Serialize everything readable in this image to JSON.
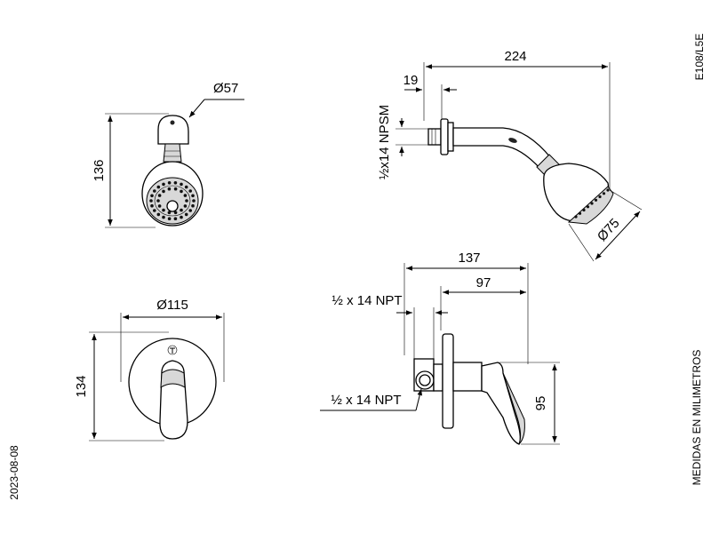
{
  "drawing": {
    "code": "E108/L5E",
    "date": "2023-08-08",
    "units_note": "MEDIDAS EN MILIMETROS"
  },
  "shower_head_front": {
    "diameter_label": "Ø57",
    "height_label": "136"
  },
  "shower_arm_side": {
    "length_label": "224",
    "flange_label": "19",
    "thread_label": "½x14 NPSM",
    "head_diameter_label": "Ø75"
  },
  "valve_front": {
    "diameter_label": "Ø115",
    "height_label": "134"
  },
  "valve_side": {
    "depth_label": "137",
    "handle_label": "97",
    "thread_top_label": "½ x 14 NPT",
    "thread_bottom_label": "½ x 14 NPT",
    "height_label": "95"
  },
  "colors": {
    "line": "#000000",
    "background": "#ffffff"
  }
}
